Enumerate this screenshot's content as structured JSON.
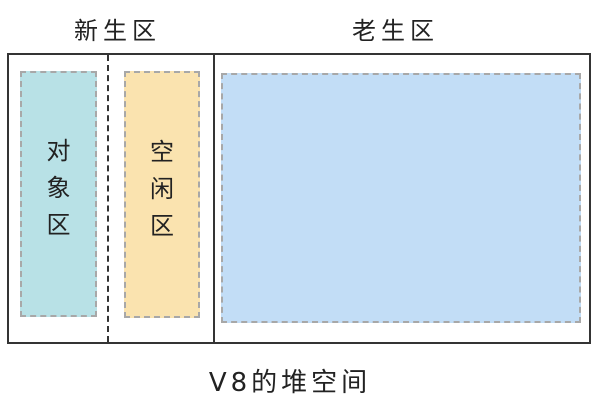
{
  "diagram": {
    "title": "V8的堆空间",
    "top_labels": {
      "new_generation": "新生区",
      "old_generation": "老生区"
    },
    "areas": {
      "object_area": {
        "label": "对象区",
        "label_chars": [
          "对",
          "象",
          "区"
        ],
        "fill_color": "#b8e1e6"
      },
      "free_area": {
        "label": "空闲区",
        "label_chars": [
          "空",
          "闲",
          "区"
        ],
        "fill_color": "#fae3af"
      },
      "old_generation_area": {
        "fill_color": "#c2ddf6"
      }
    },
    "colors": {
      "outline": "#343434",
      "dashed_box_border": "#a8a8a8",
      "inner_dashed_divider": "#333333",
      "background": "#ffffff",
      "text": "#222222"
    }
  }
}
